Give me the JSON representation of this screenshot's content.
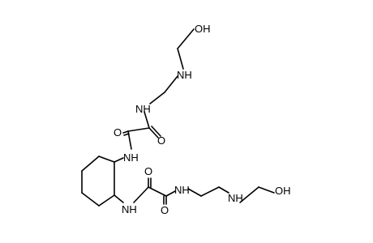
{
  "molecule": {
    "atom_labels": {
      "oh_top": "OH",
      "nh_top_amine": "NH",
      "nh_top_amide": "NH",
      "o_top_left": "O",
      "o_top_right": "O",
      "nh_ring_upper": "NH",
      "o_mid_upper": "O",
      "nh_mid_amide": "NH",
      "nh_mid_amine": "NH",
      "oh_right": "OH",
      "nh_ring_lower": "NH",
      "o_lower": "O"
    },
    "color": "#000000"
  }
}
